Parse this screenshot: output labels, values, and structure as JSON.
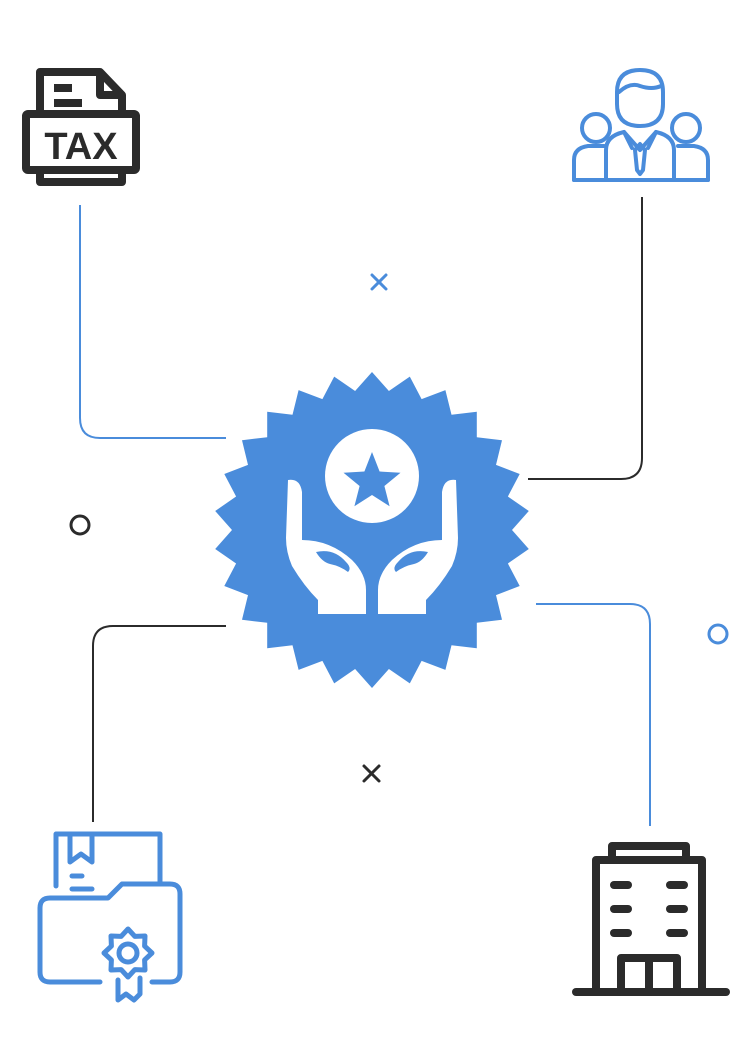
{
  "colors": {
    "accent": "#4a8cdb",
    "dark": "#2b2b2b",
    "background": "#ffffff"
  },
  "nodes": [
    {
      "id": "tax",
      "icon": "tax-document-icon",
      "label": "TAX",
      "color": "dark"
    },
    {
      "id": "team",
      "icon": "business-team-icon",
      "color": "accent"
    },
    {
      "id": "center",
      "icon": "hands-holding-star-badge-icon",
      "color": "accent"
    },
    {
      "id": "files",
      "icon": "folder-certificate-icon",
      "color": "accent"
    },
    {
      "id": "building",
      "icon": "office-building-icon",
      "color": "dark"
    }
  ],
  "decorations": [
    {
      "icon": "cross-mark-icon",
      "color": "accent"
    },
    {
      "icon": "circle-mark-icon",
      "color": "dark"
    },
    {
      "icon": "circle-mark-icon",
      "color": "accent"
    },
    {
      "icon": "cross-mark-icon",
      "color": "dark"
    }
  ]
}
